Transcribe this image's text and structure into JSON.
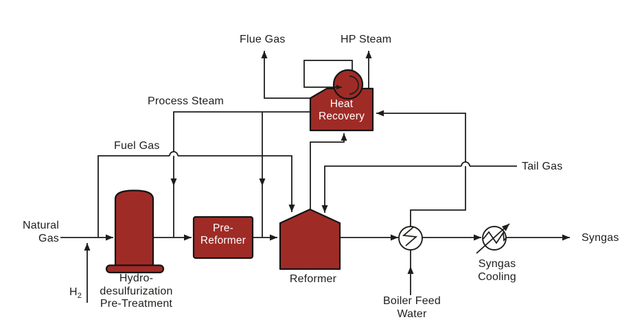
{
  "diagram": {
    "type": "process-flow-diagram",
    "colors": {
      "background": "#ffffff",
      "equipment_fill": "#9f2b26",
      "equipment_outline": "#141414",
      "line": "#1d1d1b",
      "label_text": "#1d1d1b",
      "equipment_label_text": "#ffffff"
    },
    "labels": {
      "natural_gas_l1": "Natural",
      "natural_gas_l2": "Gas",
      "h2_symbol": "H",
      "h2_subscript": "2",
      "hds_l1": "Hydro-",
      "hds_l2": "desulfurization",
      "hds_l3": "Pre-Treatment",
      "fuel_gas": "Fuel Gas",
      "process_steam": "Process Steam",
      "flue_gas": "Flue Gas",
      "hp_steam": "HP Steam",
      "heat_recovery_l1": "Heat",
      "heat_recovery_l2": "Recovery",
      "pre_reformer_l1": "Pre-",
      "pre_reformer_l2": "Reformer",
      "reformer": "Reformer",
      "tail_gas": "Tail Gas",
      "boiler_feed_water_l1": "Boiler Feed",
      "boiler_feed_water_l2": "Water",
      "syngas_cooling_l1": "Syngas",
      "syngas_cooling_l2": "Cooling",
      "syngas": "Syngas"
    }
  }
}
